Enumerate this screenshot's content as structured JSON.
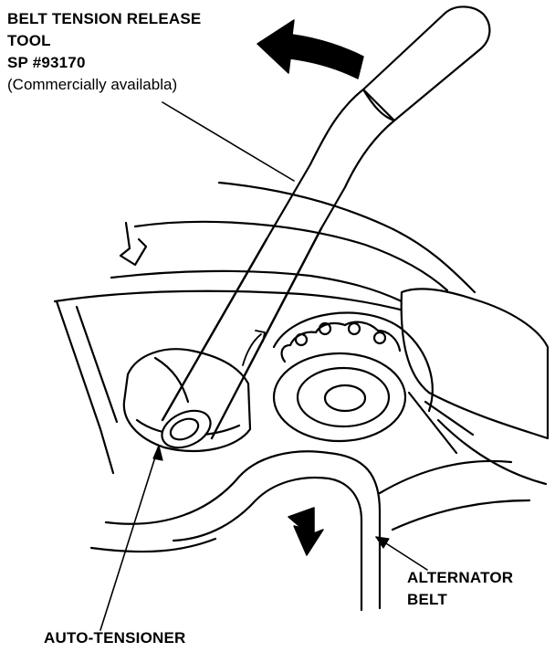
{
  "labels": {
    "tool_line1": "BELT TENSION RELEASE",
    "tool_line2": "TOOL",
    "tool_line3": "SP #93170",
    "tool_line4": "(Commercially availabla)",
    "alternator_line1": "ALTERNATOR",
    "alternator_line2": "BELT",
    "auto_tensioner": "AUTO-TENSIONER"
  },
  "colors": {
    "ink": "#000000",
    "paper": "#ffffff"
  }
}
